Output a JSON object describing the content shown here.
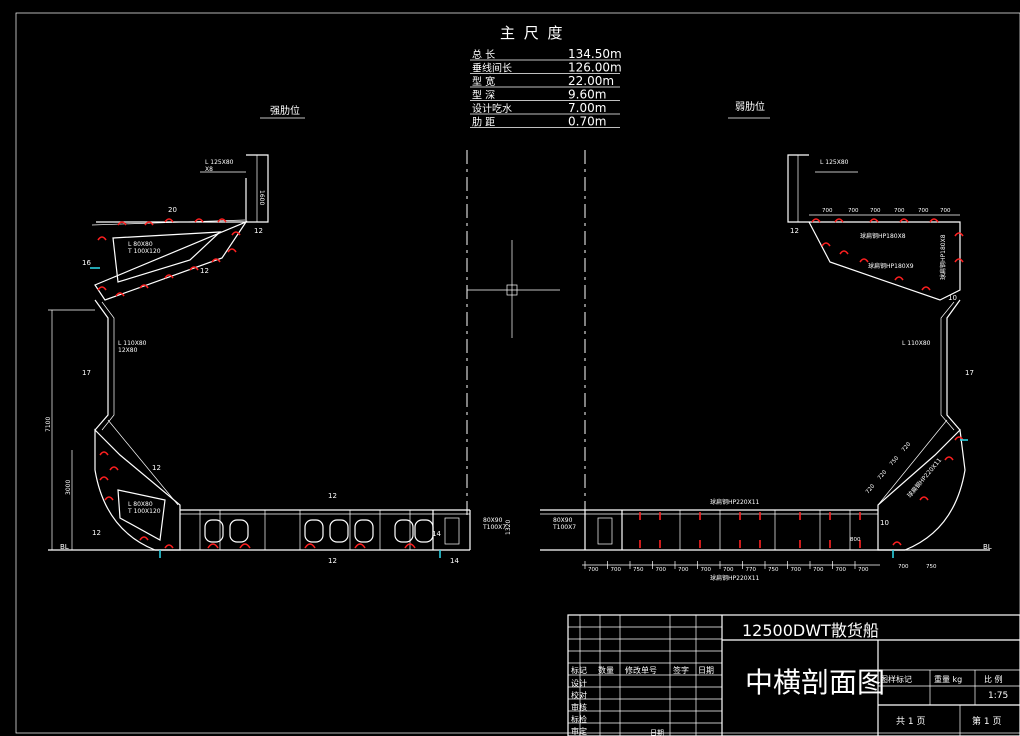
{
  "specs": {
    "title": "主 尺 度",
    "rows": [
      {
        "label": "总    长",
        "value": "134.50m"
      },
      {
        "label": "垂线间长",
        "value": "126.00m"
      },
      {
        "label": "型    宽",
        "value": "22.00m"
      },
      {
        "label": "型    深",
        "value": "9.60m"
      },
      {
        "label": "设计吃水",
        "value": "7.00m"
      },
      {
        "label": "肋    距",
        "value": "0.70m"
      }
    ]
  },
  "labels": {
    "strong_frame_left": "强肋位",
    "strong_frame_right": "弱肋位",
    "bl_left": "BL",
    "bl_right": "BL",
    "dim_7100": "7100",
    "dim_3000": "3000",
    "dim_1320": "1320",
    "dim_1600": "1600",
    "stiff_l_top": "L 125X80",
    "stiff_l_top2": "X8",
    "stiff_l_side": "L 110X80",
    "stiff_l_side2": "12X80",
    "stiff_l_top_r": "L 125X80",
    "stiff_l_side_r": "L 110X80",
    "plate_12a": "12",
    "plate_12b": "12",
    "plate_12c": "12",
    "plate_16": "16",
    "plate_17": "17",
    "plate_20": "20",
    "plate_10": "10",
    "plate_14": "14",
    "tank_box_l1": "L 80X80",
    "tank_box_l2": "T 100X120",
    "keel_box_l1": "80X90",
    "keel_box_l2": "T100X7",
    "hp_top": "球扁钢HP180X8",
    "hp_top2": "球扁钢HP180X9",
    "hp_side_v": "球扁钢HP180X8",
    "hp_bottom": "球扁钢HP220X11",
    "hp_bottom2": "球扁钢HP220X11",
    "hp_bilge": "球扁钢HP220X11",
    "spacing_700": "700",
    "spacing_720": "720",
    "spacing_750": "750",
    "spacing_770": "770",
    "spacing_800": "800"
  },
  "title_block": {
    "ship_name": "12500DWT散货船",
    "drawing_name": "中横剖面图",
    "headers": [
      "标记",
      "数量",
      "修改单号",
      "签字",
      "日期"
    ],
    "roles": [
      "设计",
      "校对",
      "审核",
      "标检",
      "审定"
    ],
    "date_label": "日期",
    "fields": [
      "图样标记",
      "重量 kg",
      "比  例"
    ],
    "scale": "1:75",
    "sheets_total": "共 1 页",
    "sheet_no": "第 1 页"
  }
}
